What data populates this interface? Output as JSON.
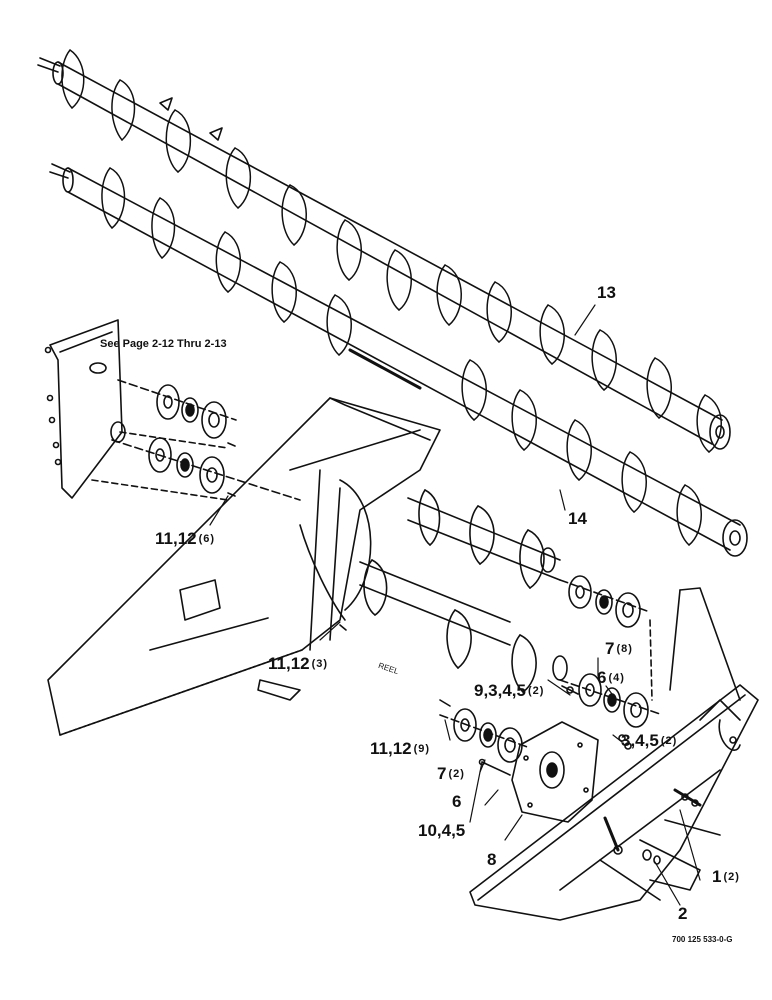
{
  "note": "See Page 2-12 Thru 2-13",
  "reel_label": "REEL",
  "drawing_ref": "700 125 533-0-G",
  "callouts": [
    {
      "id": "c13",
      "text": "13",
      "qty": ""
    },
    {
      "id": "c14",
      "text": "14",
      "qty": ""
    },
    {
      "id": "c1112a",
      "text": "11,12",
      "qty": "(6)"
    },
    {
      "id": "c1112b",
      "text": "11,12",
      "qty": "(3)"
    },
    {
      "id": "c7a",
      "text": "7",
      "qty": "(8)"
    },
    {
      "id": "c6a",
      "text": "6",
      "qty": "(4)"
    },
    {
      "id": "c9345",
      "text": "9,3,4,5",
      "qty": "(2)"
    },
    {
      "id": "c345",
      "text": "3,4,5",
      "qty": "(2)"
    },
    {
      "id": "c1112c",
      "text": "11,12",
      "qty": "(9)"
    },
    {
      "id": "c7b",
      "text": "7",
      "qty": "(2)"
    },
    {
      "id": "c6b",
      "text": "6",
      "qty": ""
    },
    {
      "id": "c1045",
      "text": "10,4,5",
      "qty": ""
    },
    {
      "id": "c8",
      "text": "8",
      "qty": ""
    },
    {
      "id": "c1",
      "text": "1",
      "qty": "(2)"
    },
    {
      "id": "c2",
      "text": "2",
      "qty": ""
    }
  ]
}
